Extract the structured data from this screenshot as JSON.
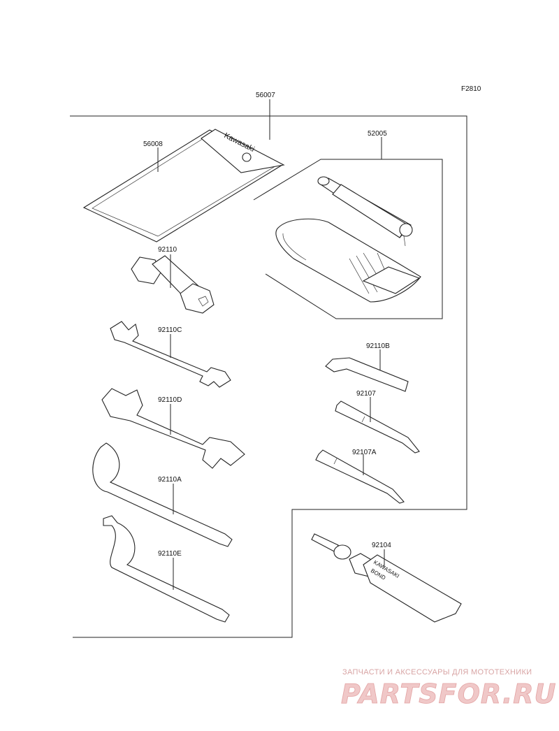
{
  "figure_code": "F2810",
  "parts": {
    "kit": "56007",
    "manual": "56008",
    "manual_brand": "Kawasaki",
    "bag_set": "52005",
    "spark_wrench": "92110",
    "wrench_c": "92110C",
    "wrench_d": "92110D",
    "wrench_a": "92110A",
    "wrench_e": "92110E",
    "hex_key": "92110B",
    "screwdriver": "92107",
    "screwdriver_a": "92107A",
    "bond": "92104",
    "bond_brand_1": "KAWASAKI",
    "bond_brand_2": "BOND"
  },
  "watermark": {
    "tagline": "ЗАПЧАСТИ И АКСЕССУАРЫ ДЛЯ МОТОТЕХНИКИ",
    "logo": "PARTSFOR.RU"
  }
}
